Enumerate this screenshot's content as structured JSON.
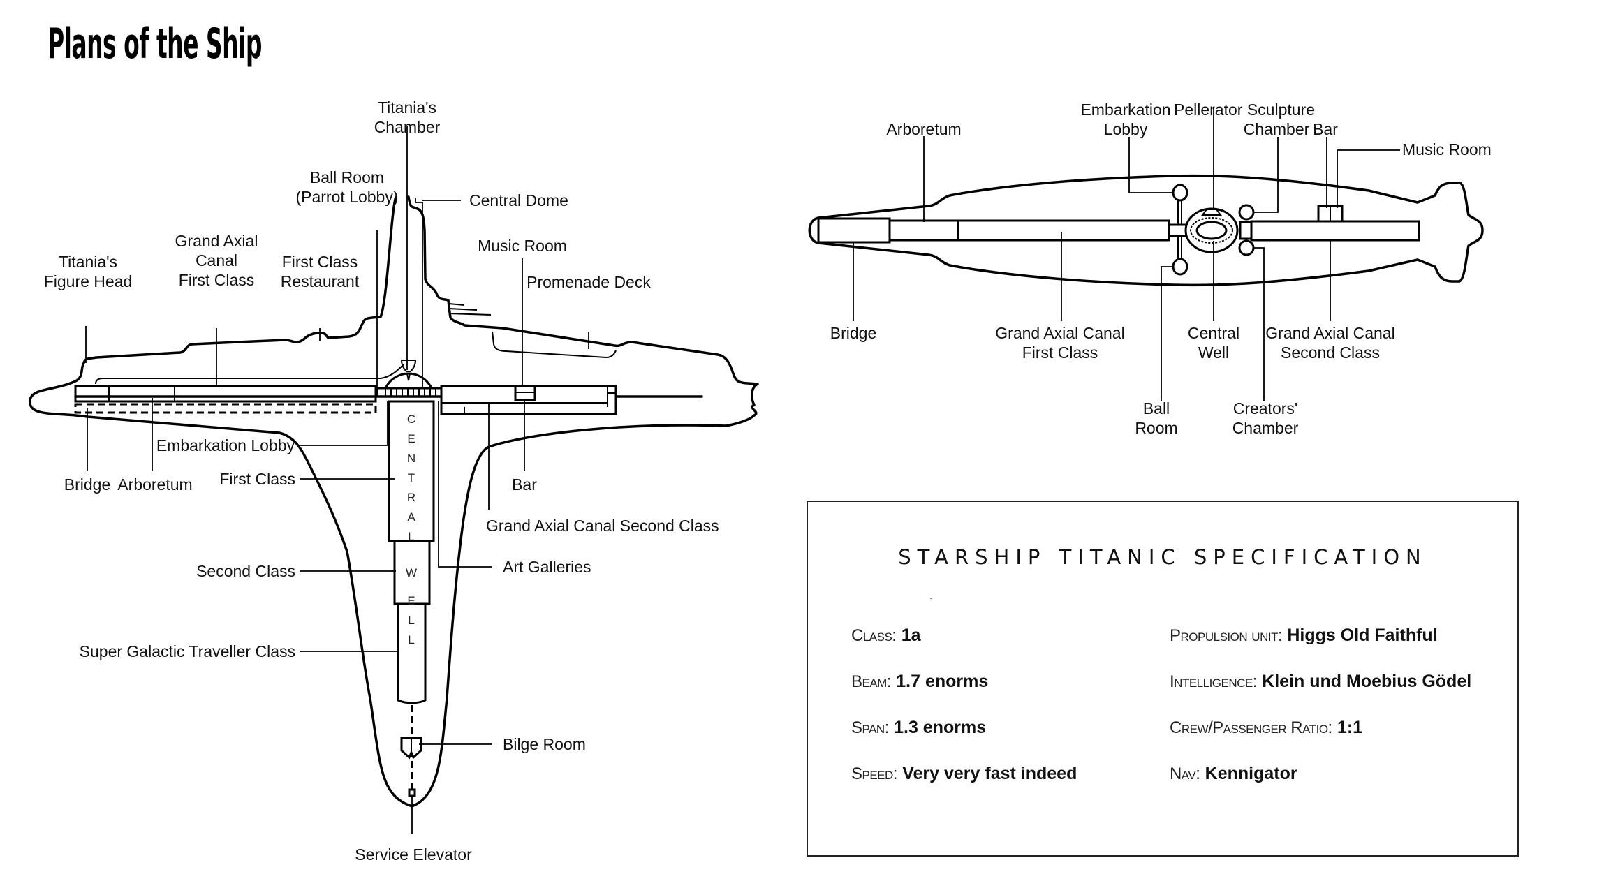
{
  "title": "Plans of the Ship",
  "side_view": {
    "labels": {
      "titanias_chamber": [
        "Titania's",
        "Chamber"
      ],
      "ball_room": [
        "Ball Room",
        "(Parrot Lobby)"
      ],
      "central_dome": "Central Dome",
      "grand_axial_canal_first": [
        "Grand Axial",
        "Canal",
        "First Class"
      ],
      "first_class_restaurant": [
        "First Class",
        "Restaurant"
      ],
      "titanias_figure_head": [
        "Titania's",
        "Figure Head"
      ],
      "music_room": "Music Room",
      "promenade_deck": "Promenade Deck",
      "embarkation_lobby": "Embarkation Lobby",
      "bridge": "Bridge",
      "arboretum": "Arboretum",
      "first_class": "First Class",
      "bar": "Bar",
      "grand_axial_canal_second": "Grand Axial Canal Second Class",
      "second_class": "Second Class",
      "art_galleries": "Art Galleries",
      "super_galactic": "Super Galactic Traveller Class",
      "bilge_room": "Bilge Room",
      "service_elevator": "Service Elevator"
    },
    "central_well_letters": [
      "C",
      "E",
      "N",
      "T",
      "R",
      "A",
      "L",
      "W",
      "E",
      "L",
      "L"
    ]
  },
  "top_view": {
    "labels": {
      "arboretum": "Arboretum",
      "embarkation_lobby": [
        "Embarkation",
        "Lobby"
      ],
      "pellerator": [
        "Pellerator Sculpture",
        "Chamber"
      ],
      "bar": "Bar",
      "music_room": "Music Room",
      "bridge": "Bridge",
      "grand_axial_canal_first": [
        "Grand Axial Canal",
        "First Class"
      ],
      "central_well": [
        "Central",
        "Well"
      ],
      "grand_axial_canal_second": [
        "Grand Axial Canal",
        "Second Class"
      ],
      "ball_room": [
        "Ball",
        "Room"
      ],
      "creators_chamber": [
        "Creators'",
        "Chamber"
      ]
    }
  },
  "spec": {
    "title": "STARSHIP TITANIC SPECIFICATION",
    "left": [
      {
        "key": "Class:",
        "value": "1a"
      },
      {
        "key": "Beam:",
        "value": "1.7 enorms"
      },
      {
        "key": "Span:",
        "value": "1.3 enorms"
      },
      {
        "key": "Speed:",
        "value": "Very very fast indeed"
      }
    ],
    "right": [
      {
        "key": "Propulsion unit:",
        "value": "Higgs Old Faithful"
      },
      {
        "key": "Intelligence:",
        "value": "Klein und Moebius Gödel"
      },
      {
        "key": "Crew/Passenger Ratio:",
        "value": "1:1"
      },
      {
        "key": "Nav:",
        "value": "Kennigator"
      }
    ]
  }
}
